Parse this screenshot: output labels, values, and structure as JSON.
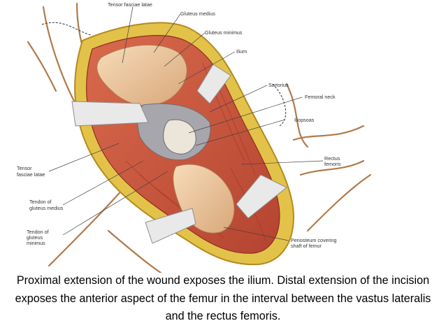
{
  "labels": {
    "tensor_fasciae_latae_top": "Tensor fasciae latae",
    "gluteus_medius": "Gluteus medius",
    "gluteus_minimus": "Gluteus minimus",
    "ilium": "Ilium",
    "sartorius": "Sartorius",
    "femoral_neck": "Femoral neck",
    "iliopsoas": "Iliopsoas",
    "rectus_femoris_1": "Rectus",
    "rectus_femoris_2": "femoris",
    "tensor_fasciae_latae_left_1": "Tensor",
    "tensor_fasciae_latae_left_2": "fasciae latae",
    "tendon_gluteus_medius_1": "Tendon of",
    "tendon_gluteus_medius_2": "gluteus medius",
    "tendon_gluteus_minimus_1": "Tendon of",
    "tendon_gluteus_minimus_2": "gluteus",
    "tendon_gluteus_minimus_3": "minimus",
    "periosteum_1": "Periosteum covering",
    "periosteum_2": "shaft of femur"
  },
  "caption": "Proximal extension of the wound exposes the ilium. Distal extension of the incision exposes the anterior aspect of the femur in the interval between the vastus lateralis and the rectus femoris.",
  "colors": {
    "skin_fat": "#e3c24a",
    "fat_edge": "#b48a1e",
    "muscle": "#c8553a",
    "muscle_dark": "#8f2e1f",
    "bone": "#efc9a0",
    "retractor": "#e9e9ea",
    "nerve": "#b07a4a"
  }
}
